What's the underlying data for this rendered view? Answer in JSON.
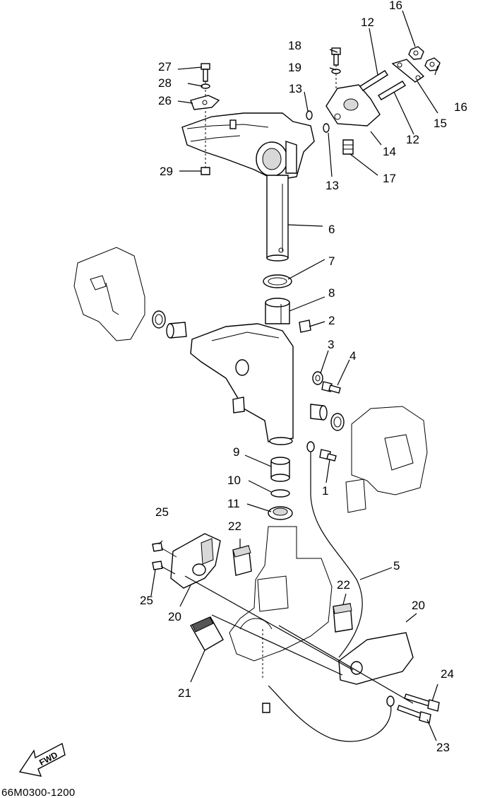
{
  "diagram": {
    "figure_code": "66M0300-1200",
    "direction_label": "FWD",
    "callouts": [
      {
        "id": "c1",
        "label": "1"
      },
      {
        "id": "c2",
        "label": "2"
      },
      {
        "id": "c3",
        "label": "3"
      },
      {
        "id": "c4",
        "label": "4"
      },
      {
        "id": "c5",
        "label": "5"
      },
      {
        "id": "c6",
        "label": "6"
      },
      {
        "id": "c7",
        "label": "7"
      },
      {
        "id": "c8",
        "label": "8"
      },
      {
        "id": "c9",
        "label": "9"
      },
      {
        "id": "c10",
        "label": "10"
      },
      {
        "id": "c11",
        "label": "11"
      },
      {
        "id": "c12a",
        "label": "12"
      },
      {
        "id": "c12b",
        "label": "12"
      },
      {
        "id": "c13a",
        "label": "13"
      },
      {
        "id": "c13b",
        "label": "13"
      },
      {
        "id": "c14",
        "label": "14"
      },
      {
        "id": "c15",
        "label": "15"
      },
      {
        "id": "c16a",
        "label": "16"
      },
      {
        "id": "c16b",
        "label": "16"
      },
      {
        "id": "c17",
        "label": "17"
      },
      {
        "id": "c18",
        "label": "18"
      },
      {
        "id": "c19",
        "label": "19"
      },
      {
        "id": "c20a",
        "label": "20"
      },
      {
        "id": "c20b",
        "label": "20"
      },
      {
        "id": "c21",
        "label": "21"
      },
      {
        "id": "c22a",
        "label": "22"
      },
      {
        "id": "c22b",
        "label": "22"
      },
      {
        "id": "c23",
        "label": "23"
      },
      {
        "id": "c24",
        "label": "24"
      },
      {
        "id": "c25a",
        "label": "25"
      },
      {
        "id": "c25b",
        "label": "25"
      },
      {
        "id": "c26",
        "label": "26"
      },
      {
        "id": "c27",
        "label": "27"
      },
      {
        "id": "c28",
        "label": "28"
      },
      {
        "id": "c29",
        "label": "29"
      }
    ]
  }
}
